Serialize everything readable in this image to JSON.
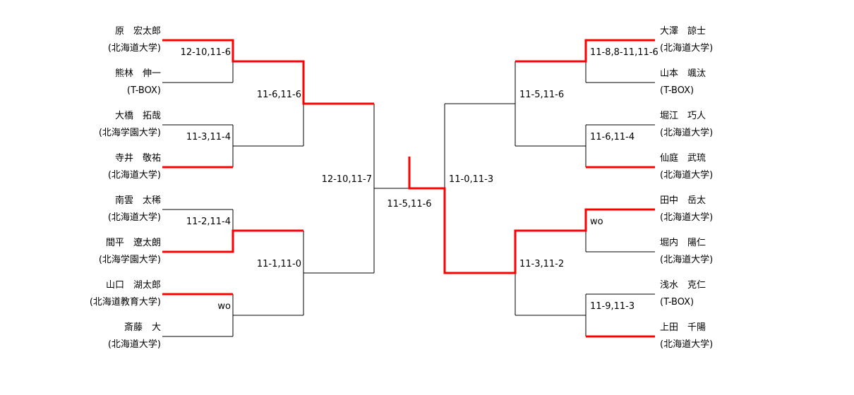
{
  "bracket": {
    "left_players": [
      {
        "name": "原　宏太郎",
        "affiliation": "(北海道大学)"
      },
      {
        "name": "熊林　伸一",
        "affiliation": "(T-BOX)"
      },
      {
        "name": "大橋　拓哉",
        "affiliation": "(北海学園大学)"
      },
      {
        "name": "寺井　敬祐",
        "affiliation": "(北海道大学)"
      },
      {
        "name": "南雲　太稀",
        "affiliation": "(北海道大学)"
      },
      {
        "name": "間平　遼太朗",
        "affiliation": "(北海学園大学)"
      },
      {
        "name": "山口　湖太郎",
        "affiliation": "(北海道教育大学)"
      },
      {
        "name": "斎藤　大",
        "affiliation": "(北海道大学)"
      }
    ],
    "right_players": [
      {
        "name": "大澤　諒士",
        "affiliation": "(北海道大学)"
      },
      {
        "name": "山本　颯汰",
        "affiliation": "(T-BOX)"
      },
      {
        "name": "堀江　巧人",
        "affiliation": "(北海道大学)"
      },
      {
        "name": "仙庭　武琉",
        "affiliation": "(北海道大学)"
      },
      {
        "name": "田中　岳太",
        "affiliation": "(北海道大学)"
      },
      {
        "name": "堀内　陽仁",
        "affiliation": "(北海道大学)"
      },
      {
        "name": "浅水　克仁",
        "affiliation": "(T-BOX)"
      },
      {
        "name": "上田　千陽",
        "affiliation": "(北海道大学)"
      }
    ],
    "scores": {
      "l_r1_m1": "12-10,11-6",
      "l_r1_m2": "11-3,11-4",
      "l_r1_m3": "11-2,11-4",
      "l_r1_m4": "wo",
      "l_qf_top": "11-6,11-6",
      "l_qf_bottom": "11-1,11-0",
      "l_sf": "12-10,11-7",
      "r_r1_m1": "11-8,8-11,11-6",
      "r_r1_m2": "11-6,11-4",
      "r_r1_m3": "wo",
      "r_r1_m4": "11-9,11-3",
      "r_qf_top": "11-5,11-6",
      "r_qf_bottom": "11-3,11-2",
      "r_sf": "11-0,11-3",
      "final": "11-5,11-6"
    },
    "colors": {
      "structure_line": "#000000",
      "winner_line": "#ff0000"
    }
  }
}
